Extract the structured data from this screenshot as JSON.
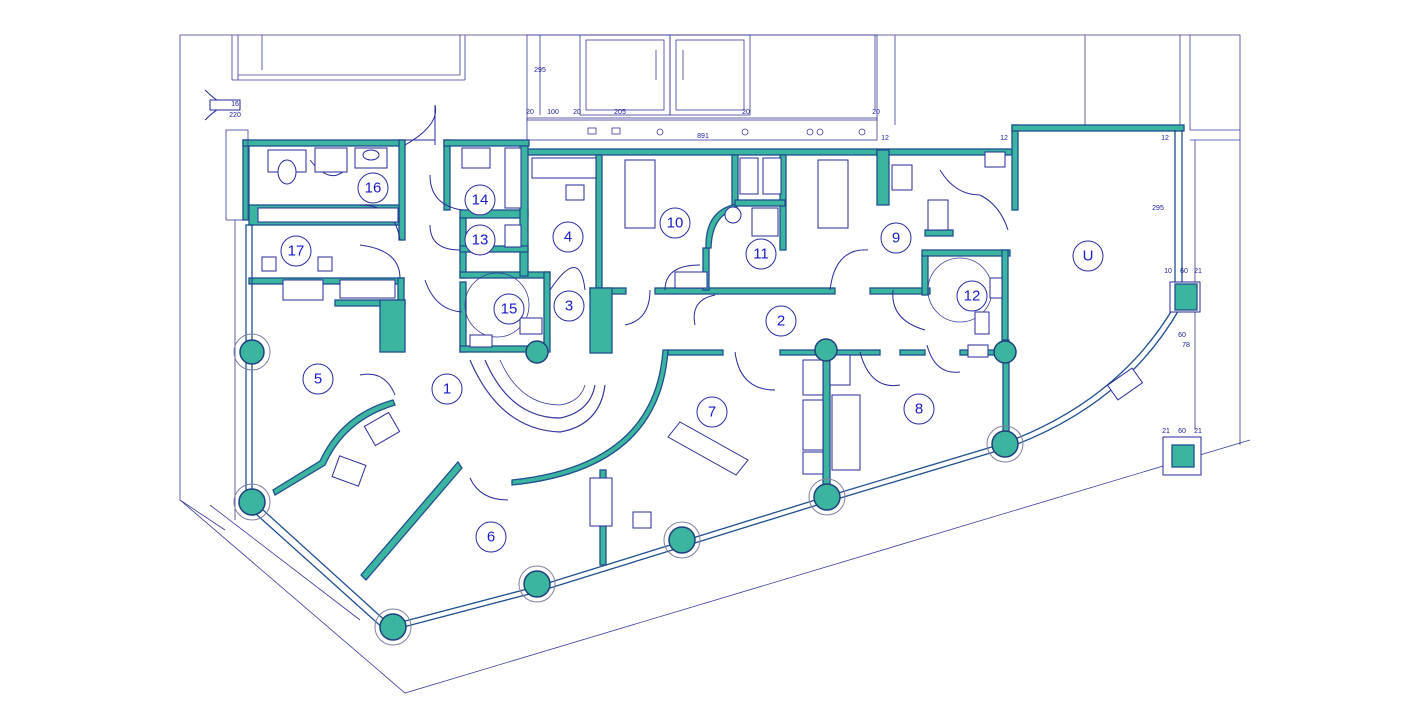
{
  "plan": {
    "rooms": [
      {
        "id": "room-1",
        "label": "1"
      },
      {
        "id": "room-2",
        "label": "2"
      },
      {
        "id": "room-3",
        "label": "3"
      },
      {
        "id": "room-4",
        "label": "4"
      },
      {
        "id": "room-5",
        "label": "5"
      },
      {
        "id": "room-6",
        "label": "6"
      },
      {
        "id": "room-7",
        "label": "7"
      },
      {
        "id": "room-8",
        "label": "8"
      },
      {
        "id": "room-9",
        "label": "9"
      },
      {
        "id": "room-10",
        "label": "10"
      },
      {
        "id": "room-11",
        "label": "11"
      },
      {
        "id": "room-12",
        "label": "12"
      },
      {
        "id": "room-13",
        "label": "13"
      },
      {
        "id": "room-14",
        "label": "14"
      },
      {
        "id": "room-15",
        "label": "15"
      },
      {
        "id": "room-16",
        "label": "16"
      },
      {
        "id": "room-17",
        "label": "17"
      },
      {
        "id": "room-u",
        "label": "U"
      }
    ],
    "dimensions": {
      "d_20a": "20",
      "d_100": "100",
      "d_20b": "20",
      "d_205": "205",
      "d_20c": "20",
      "d_20d": "20",
      "d_891": "891",
      "d_12a": "12",
      "d_12b": "12",
      "d_12c": "12",
      "d_295a": "295",
      "d_295b": "295",
      "d_16": "16",
      "d_220": "220",
      "d_10": "10",
      "d_60a": "60",
      "d_21a": "21",
      "d_60b": "60",
      "d_78": "78",
      "d_21b": "21",
      "d_60c": "60",
      "d_21c": "21"
    },
    "colors": {
      "wall": "#3bb5a0",
      "line": "#1f4f8f",
      "label": "#1a1ac8"
    }
  }
}
